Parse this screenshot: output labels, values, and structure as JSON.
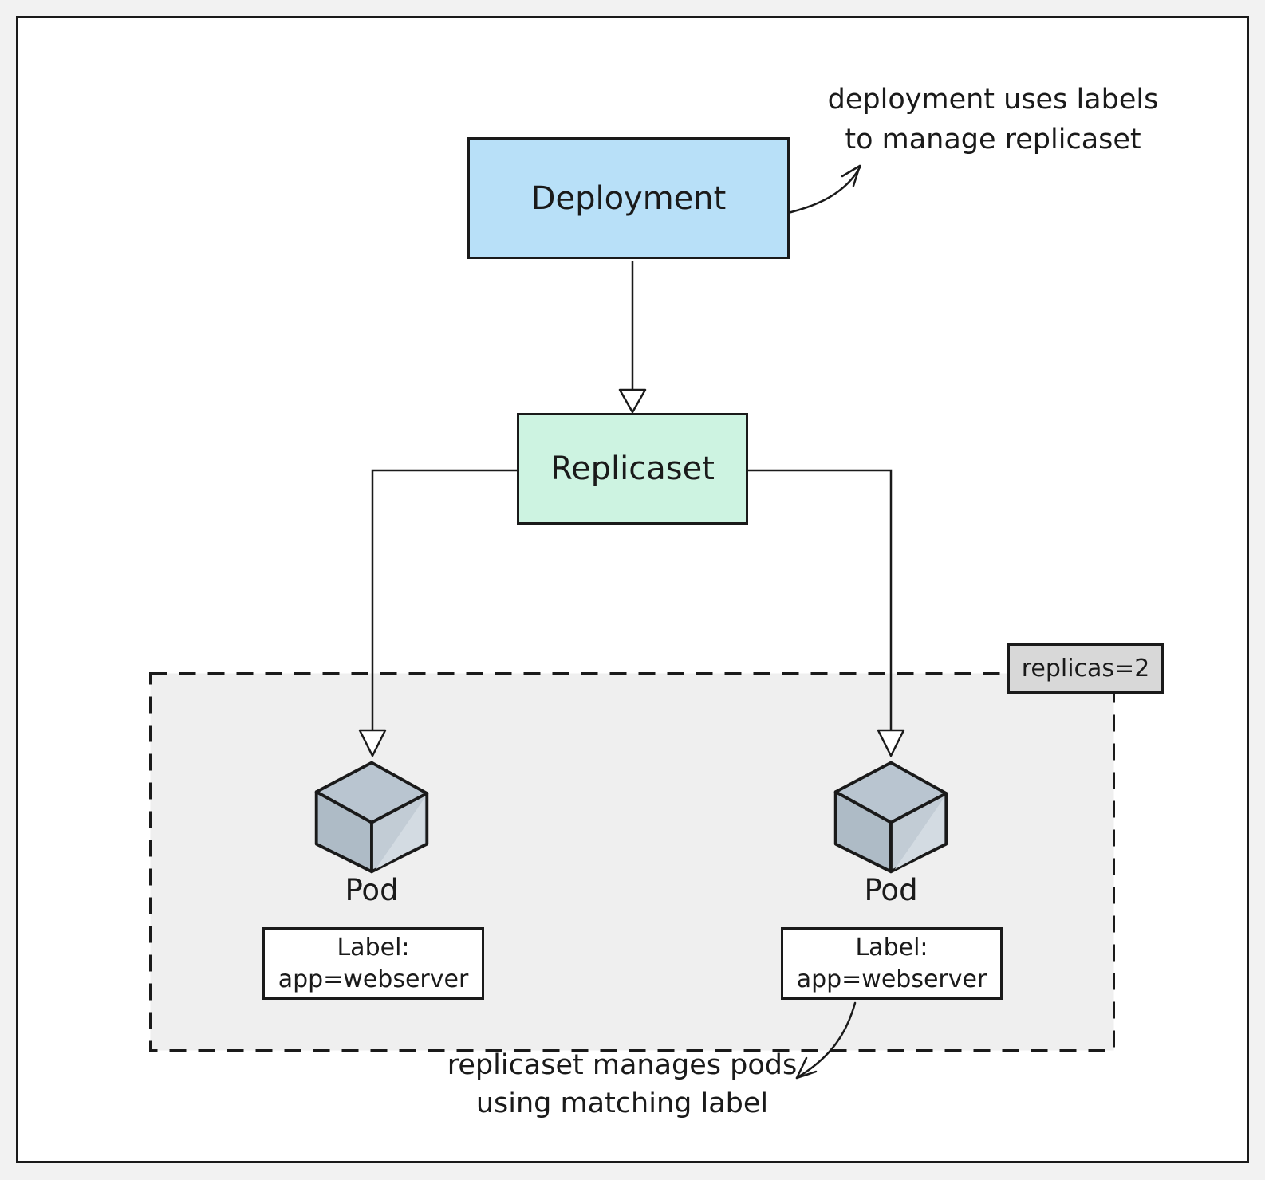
{
  "page": {
    "background": "#f2f2f2",
    "frame_background": "#ffffff",
    "line_color": "#1a1a1a"
  },
  "nodes": {
    "deployment": {
      "label": "Deployment",
      "fill": "#b8e0f8"
    },
    "replicaset": {
      "label": "Replicaset",
      "fill": "#cdf3e1"
    }
  },
  "replica_group": {
    "badge": "replicas=2",
    "badge_fill": "#d8d8d8",
    "region_fill": "#efefef"
  },
  "pods": [
    {
      "name": "Pod",
      "label_title": "Label:",
      "label_value": "app=webserver"
    },
    {
      "name": "Pod",
      "label_title": "Label:",
      "label_value": "app=webserver"
    }
  ],
  "annotations": {
    "deployment_note": {
      "line1": "deployment uses labels",
      "line2": "to manage replicaset"
    },
    "pods_note": {
      "line1": "replicaset manages pods",
      "line2": "using matching label"
    }
  },
  "cube_icon": {
    "top_fill": "#b9c5d0",
    "left_fill": "#aebbc6",
    "right_fill": "#c2ccd5",
    "highlight_fill": "#d3dbe2"
  }
}
